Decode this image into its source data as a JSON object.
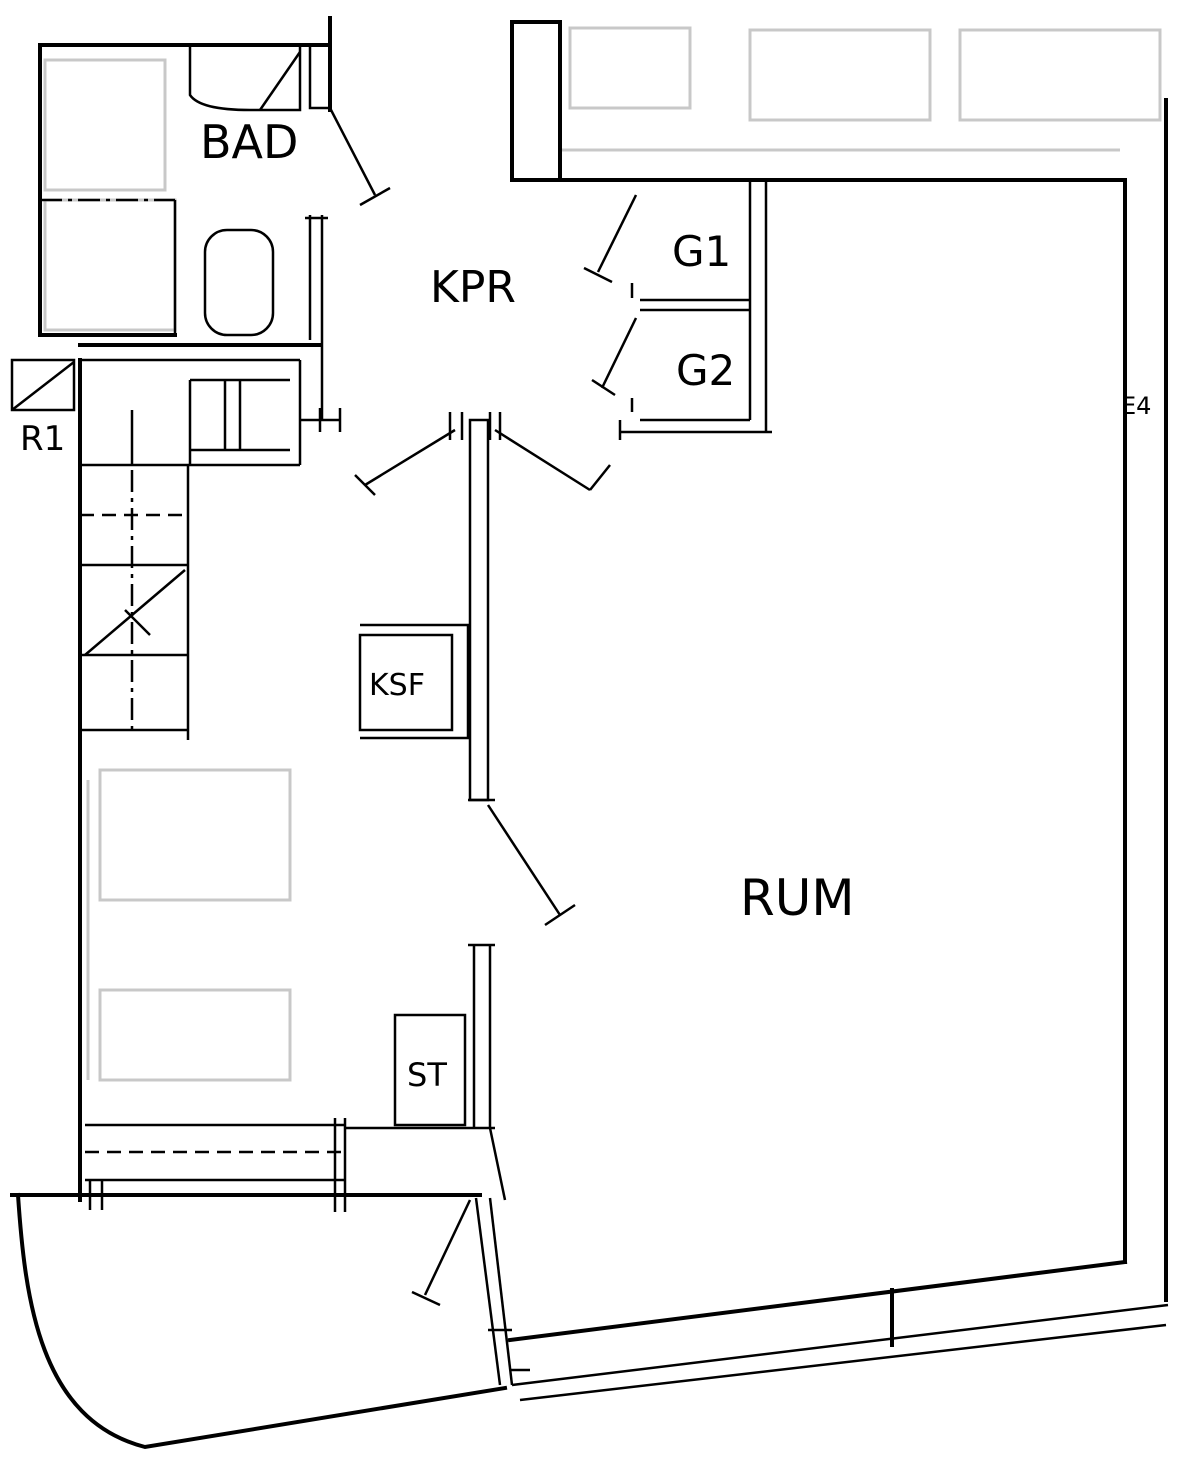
{
  "rooms": {
    "bad": "BAD",
    "kpr": "KPR",
    "rum": "RUM",
    "g1": "G1",
    "g2": "G2",
    "ksf": "KSF",
    "st": "ST",
    "r1": "R1",
    "e4": "E4"
  },
  "colors": {
    "line": "#000000",
    "background": "#ffffff",
    "faint": "#c8c8c8"
  }
}
